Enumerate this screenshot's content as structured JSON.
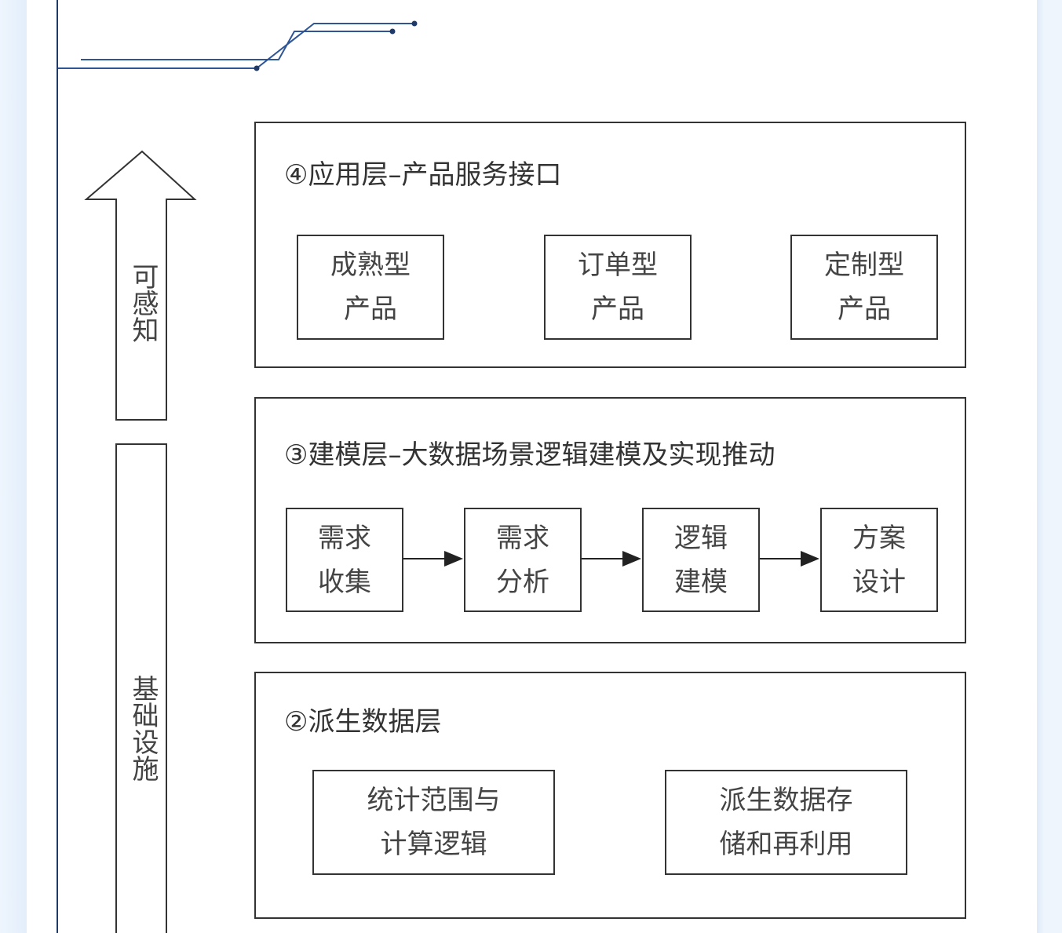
{
  "diagram": {
    "colors": {
      "accent_line": "#1f3a66",
      "box_border": "#333333",
      "text": "#444444"
    },
    "side_arrows": [
      {
        "label": "可感知",
        "direction": "up"
      },
      {
        "label": "基础设施",
        "direction": "none"
      }
    ],
    "layers": [
      {
        "title": "④应用层–产品服务接口",
        "items": [
          {
            "line1": "成熟型",
            "line2": "产品"
          },
          {
            "line1": "订单型",
            "line2": "产品"
          },
          {
            "line1": "定制型",
            "line2": "产品"
          }
        ]
      },
      {
        "title": "③建模层–大数据场景逻辑建模及实现推动",
        "flow": [
          {
            "line1": "需求",
            "line2": "收集"
          },
          {
            "line1": "需求",
            "line2": "分析"
          },
          {
            "line1": "逻辑",
            "line2": "建模"
          },
          {
            "line1": "方案",
            "line2": "设计"
          }
        ]
      },
      {
        "title": "②派生数据层",
        "items": [
          {
            "line1": "统计范围与",
            "line2": "计算逻辑"
          },
          {
            "line1": "派生数据存",
            "line2": "储和再利用"
          }
        ]
      }
    ]
  }
}
